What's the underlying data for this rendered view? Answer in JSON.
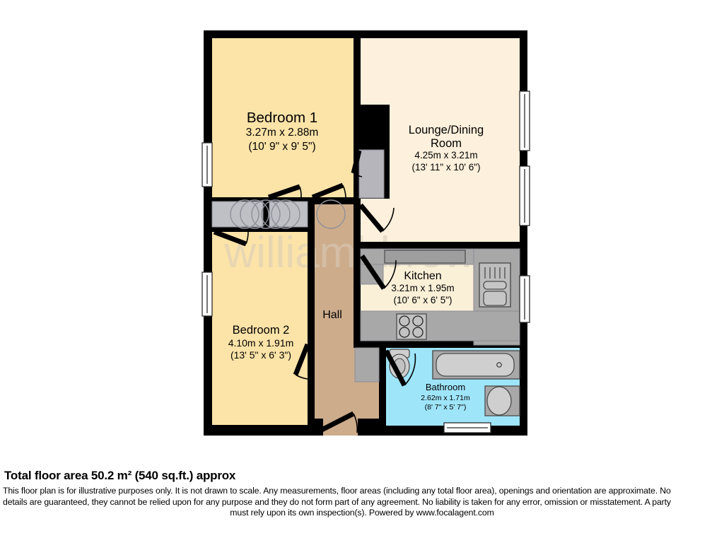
{
  "document": {
    "type": "floor-plan",
    "watermark": "williamhbrown"
  },
  "colors": {
    "wall": "#000000",
    "bedroom_fill": "#FCE3A8",
    "lounge_fill": "#FDF0DC",
    "kitchen_fill": "#FAF0D8",
    "hall_fill": "#CDAC8B",
    "bathroom_fill": "#9EE5FA",
    "fixture_fill": "#A8A8A8",
    "fixture_light": "#C8C8C8",
    "cupboard_fill": "#BFBFC6",
    "window_fill": "#FFFFFF",
    "watermark_color": "#D9CFC0"
  },
  "rooms": [
    {
      "id": "bedroom-1",
      "name": "Bedroom 1",
      "dim_metric": "3.27m x 2.88m",
      "dim_imperial": "(10' 9\" x 9' 5\")"
    },
    {
      "id": "lounge-dining-room",
      "name_line1": "Lounge/Dining",
      "name_line2": "Room",
      "dim_metric": "4.25m x 3.21m",
      "dim_imperial": "(13' 11\" x 10' 6\")"
    },
    {
      "id": "kitchen",
      "name": "Kitchen",
      "dim_metric": "3.21m x 1.95m",
      "dim_imperial": "(10' 6\" x 6' 5\")"
    },
    {
      "id": "bedroom-2",
      "name": "Bedroom 2",
      "dim_metric": "4.10m x 1.91m",
      "dim_imperial": "(13' 5\" x 6' 3\")"
    },
    {
      "id": "bathroom",
      "name": "Bathroom",
      "dim_metric": "2.62m x 1.71m",
      "dim_imperial": "(8' 7\" x 5' 7\")"
    },
    {
      "id": "hall",
      "name": "Hall",
      "dim_metric": "",
      "dim_imperial": ""
    }
  ],
  "footer": {
    "total_area": "Total floor area 50.2 m² (540 sq.ft.) approx",
    "disclaimer_line1": "This floor plan is for illustrative purposes only. It is not drawn to scale. Any measurements, floor areas (including any total floor area), openings and orientation are approximate. No",
    "disclaimer_line2": "details are guaranteed, they cannot be relied upon for any purpose and they do not form part of any agreement. No liability is taken for any error, omission or misstatement. A party",
    "disclaimer_line3": "must rely upon its own inspection(s). Powered by www.focalagent.com"
  }
}
